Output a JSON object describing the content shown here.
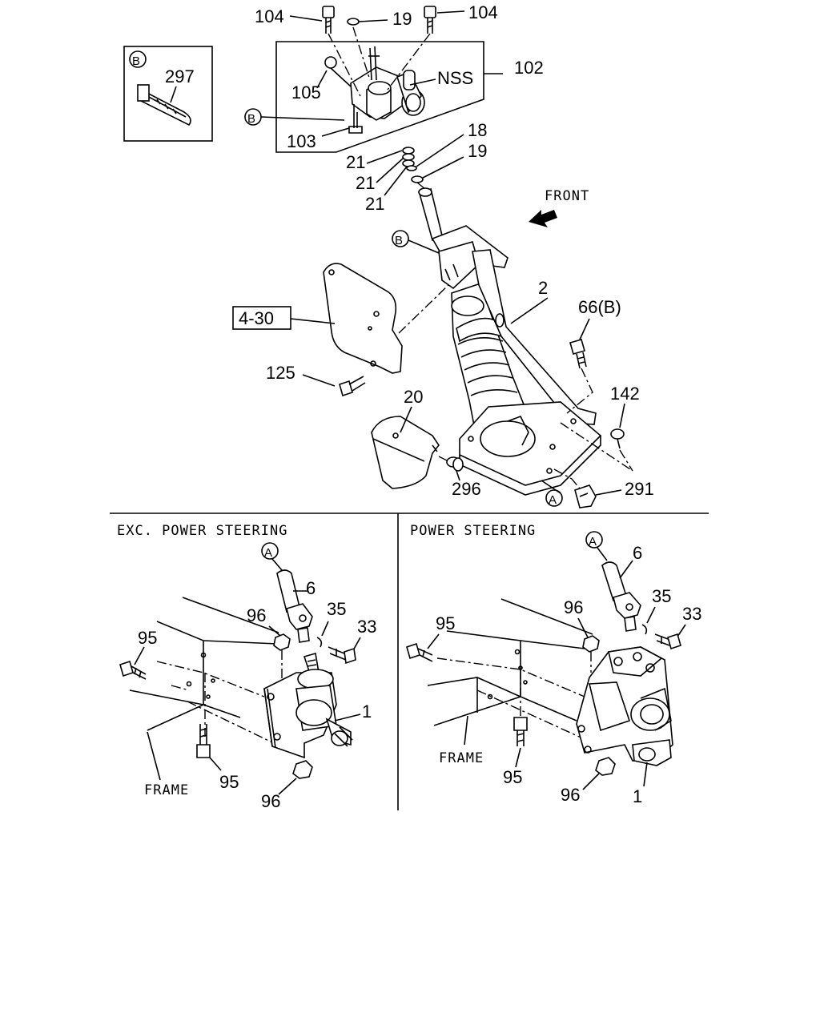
{
  "callouts": {
    "c104a": "104",
    "c19a": "19",
    "c104b": "104",
    "c297": "297",
    "c102": "102",
    "c105": "105",
    "cNSS": "NSS",
    "c103": "103",
    "c18": "18",
    "c19b": "19",
    "c21a": "21",
    "c21b": "21",
    "c21c": "21",
    "c2": "2",
    "c66": "66(B)",
    "c430": "4-30",
    "c125": "125",
    "c20": "20",
    "c142": "142",
    "c296": "296",
    "c291": "291",
    "l6": "6",
    "l96": "96",
    "l35": "35",
    "l33": "33",
    "l95": "95",
    "l1": "1",
    "l95b": "95",
    "l96b": "96",
    "r6": "6",
    "r96": "96",
    "r35": "35",
    "r33": "33",
    "r95": "95",
    "r95b": "95",
    "r96b": "96",
    "r1": "1"
  },
  "refs": {
    "A": "A",
    "B": "B"
  },
  "labels": {
    "front": "FRONT",
    "left_section": "EXC. POWER STEERING",
    "right_section": "POWER STEERING",
    "frame": "FRAME"
  }
}
